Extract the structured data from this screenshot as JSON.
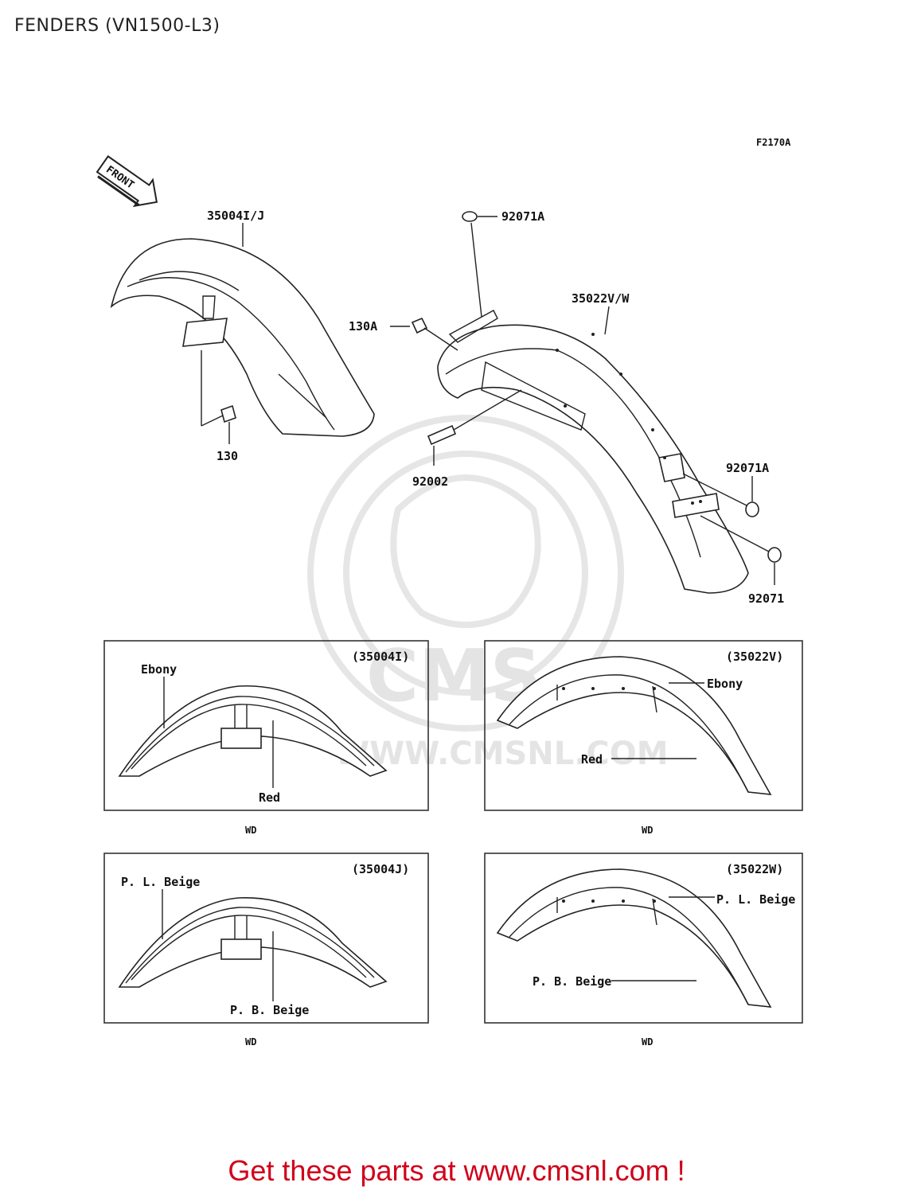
{
  "title": "FENDERS (VN1500-L3)",
  "figure_code": "F2170A",
  "front_label": "FRONT",
  "watermark": "WWW.CMSNL.COM",
  "parts": {
    "front_fender": "35004I/J",
    "front_bolt": "130",
    "rear_fender": "35022V/W",
    "bolt_130A": "130A",
    "cap_92071A_top": "92071A",
    "bolt_92002": "92002",
    "cap_92071A_right": "92071A",
    "cap_92071": "92071"
  },
  "panels": [
    {
      "code": "(35004I)",
      "label_a": "Ebony",
      "label_b": "Red",
      "note": "WD"
    },
    {
      "code": "(35022V)",
      "label_a": "Ebony",
      "label_b": "Red",
      "note": "WD"
    },
    {
      "code": "(35004J)",
      "label_a": "P. L. Beige",
      "label_b": "P. B. Beige",
      "note": "WD"
    },
    {
      "code": "(35022W)",
      "label_a": "P. L. Beige",
      "label_b": "P. B. Beige",
      "note": "WD"
    }
  ],
  "footer": "Get these parts at www.cmsnl.com !"
}
